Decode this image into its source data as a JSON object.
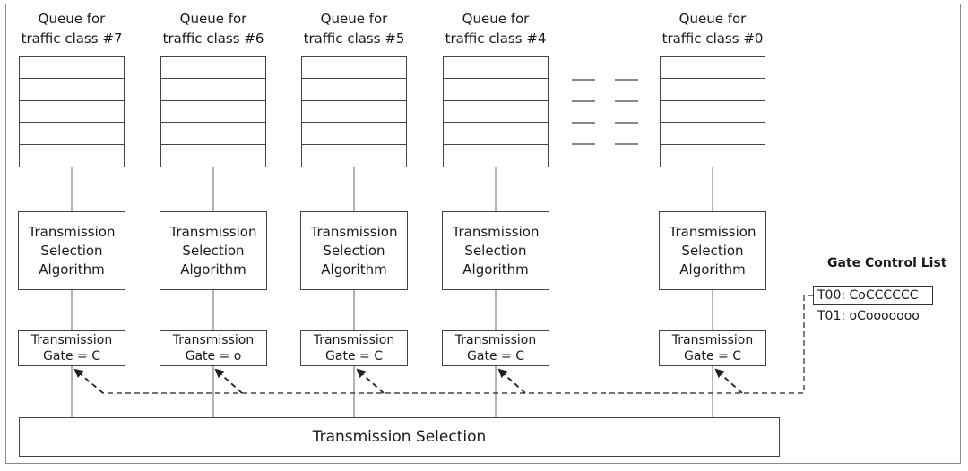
{
  "queues": [
    {
      "title_line1": "Queue for",
      "title_line2": "traffic class #7"
    },
    {
      "title_line1": "Queue for",
      "title_line2": "traffic class #6"
    },
    {
      "title_line1": "Queue for",
      "title_line2": "traffic class #5"
    },
    {
      "title_line1": "Queue for",
      "title_line2": "traffic class #4"
    },
    {
      "title_line1": "Queue for",
      "title_line2": "traffic class #0"
    }
  ],
  "tsa": {
    "line1": "Transmission",
    "line2": "Selection",
    "line3": "Algorithm"
  },
  "gates": [
    {
      "line1": "Transmission",
      "line2": "Gate = C"
    },
    {
      "line1": "Transmission",
      "line2": "Gate = o"
    },
    {
      "line1": "Transmission",
      "line2": "Gate = C"
    },
    {
      "line1": "Transmission",
      "line2": "Gate = C"
    },
    {
      "line1": "Transmission",
      "line2": "Gate = C"
    }
  ],
  "transmission_selection": "Transmission Selection",
  "gate_control_list": {
    "title": "Gate Control List",
    "rows": [
      "T00: CoCCCCCC",
      "T01: oCooooooo"
    ]
  }
}
